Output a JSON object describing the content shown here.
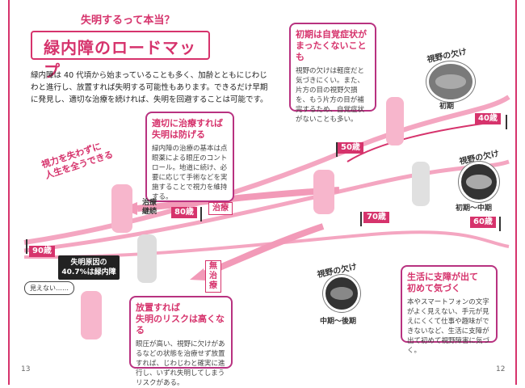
{
  "header": {
    "question": "失明するって本当？",
    "title": "緑内障のロードマップ"
  },
  "intro": {
    "text": "緑内障は 40 代頃から始まっていることも多く、加齢とともにじわじわと進行し、放置すれば失明する可能性もあります。できるだけ早期に発見し、適切な治療を続ければ、失明を回避することは可能です。"
  },
  "cards": {
    "early": {
      "head": "初期は自覚症状が\nまったくないことも",
      "body": "視野の欠けは軽度だと気づきにくい。また、片方の目の視野欠損を、もう片方の目が補完するため、自覚症状がないことも多い。"
    },
    "treatment": {
      "head": "適切に治療すれば\n失明は防げる",
      "body": "緑内障の治療の基本は点眼薬による眼圧のコントロール。地道に続け、必要に応じて手術などを実施することで視力を維持する。"
    },
    "neglect": {
      "head": "放置すれば\n失明のリスクは高くなる",
      "body": "眼圧が高い、視野に欠けがあるなどの状態を治療せず放置すれば、じわじわと確実に進行し、いずれ失明してしまうリスクがある。"
    },
    "daily": {
      "head": "生活に支障が出て\n初めて気づく",
      "body": "本やスマートフォンの文字がよく見えない、手元が見えにくくて仕事や趣味ができないなど、生活に支障が出て初めて視野障害に気づく。"
    }
  },
  "slogan": "視力を失わずに\n人生を全うできる",
  "cause_badge": "失明原因の\n40.7%は緑内障",
  "speech": "見えない……",
  "labels": {
    "treated": "治療\n継続",
    "treated_tag": "治療",
    "untreated_tag": "無\n治\n療"
  },
  "ages": {
    "a40": "40歳",
    "a50": "50歳",
    "a60": "60歳",
    "a70": "70歳",
    "a80": "80歳",
    "a90": "90歳"
  },
  "visual_field": {
    "label": "視野の欠け",
    "early": "初期",
    "mid": "初期〜中期",
    "late": "中期〜後期"
  },
  "page_numbers": {
    "left": "13",
    "right": "12"
  },
  "colors": {
    "accent": "#d6336c",
    "border": "#b83280"
  }
}
